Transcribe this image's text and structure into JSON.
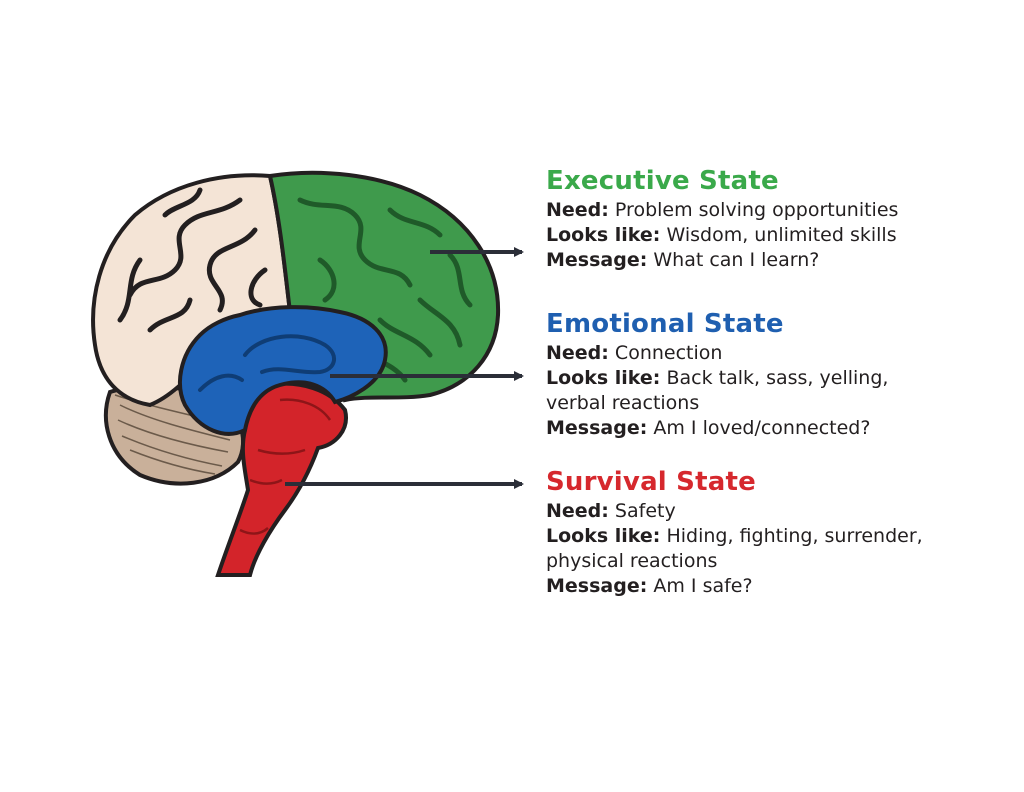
{
  "colors": {
    "executive": "#3aa94a",
    "emotional": "#1f5fb0",
    "survival": "#d6282d",
    "brain_green": "#3f9a4c",
    "brain_blue": "#1e63b8",
    "brain_red": "#d3242a",
    "cerebrum_beige": "#f4e4d6",
    "cerebellum": "#c9b09a",
    "outline": "#231f20",
    "arrow": "#2b2e38"
  },
  "states": [
    {
      "title": "Executive State",
      "need_label": "Need:",
      "need": "Problem solving opportunities",
      "looks_label": "Looks like:",
      "looks": "Wisdom, unlimited skills",
      "message_label": "Message:",
      "message": "What can I learn?"
    },
    {
      "title": "Emotional State",
      "need_label": "Need:",
      "need": "Connection",
      "looks_label": "Looks like:",
      "looks": "Back talk, sass, yelling, verbal reactions",
      "message_label": "Message:",
      "message": "Am I loved/connected?"
    },
    {
      "title": "Survival State",
      "need_label": "Need:",
      "need": "Safety",
      "looks_label": "Looks like:",
      "looks": "Hiding, fighting, surrender, physical reactions",
      "message_label": "Message:",
      "message": "Am I safe?"
    }
  ]
}
